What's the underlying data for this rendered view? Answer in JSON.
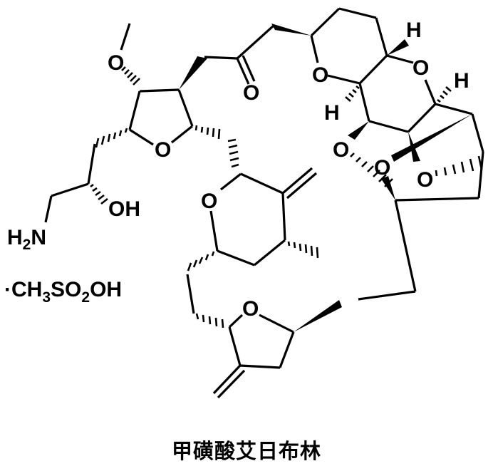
{
  "figure": {
    "type": "chemical-structure",
    "compound_name": "甲磺酸艾日布林",
    "counterion_label": "·CH3SO2OH",
    "counterion": {
      "dot": "·",
      "parts": [
        "CH",
        "3",
        "SO",
        "2",
        "OH"
      ]
    },
    "amine_label": {
      "parts": [
        "H",
        "2",
        "N"
      ]
    },
    "hydroxyl_label": "OH",
    "oxygen_label": "O",
    "hydrogen_label": "H",
    "stroke_color": "#000000",
    "background_color": "#ffffff"
  },
  "caption": {
    "text": "甲磺酸艾日布林"
  }
}
